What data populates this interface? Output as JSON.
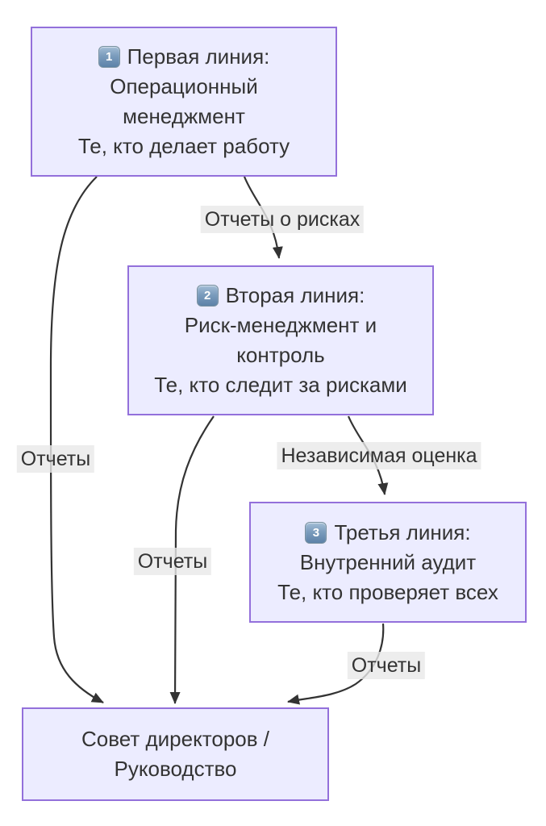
{
  "diagram": {
    "type": "flowchart",
    "direction": "top-down",
    "topic": "three-lines-of-defense",
    "colors": {
      "canvas_bg": "#ffffff",
      "node_fill": "#ECECFF",
      "node_border": "#9370DB",
      "text": "#333333",
      "edge_stroke": "#333333",
      "edge_label_bg": "#e8e8e8",
      "keycap_fill": "#6b8fb3",
      "keycap_text": "#ffffff"
    },
    "nodes": [
      {
        "id": "first-line",
        "badge": "1",
        "title": "Первая линия:",
        "body": "Операционный\nменеджмент\nТе, кто делает работу"
      },
      {
        "id": "second-line",
        "badge": "2",
        "title": "Вторая линия:",
        "body": "Риск-менеджмент и\nконтроль\nТе, кто следит за рисками"
      },
      {
        "id": "third-line",
        "badge": "3",
        "title": "Третья линия:",
        "body": "Внутренний аудит\nТе, кто проверяет всех"
      },
      {
        "id": "board",
        "badge": "",
        "title": "Совет директоров /",
        "body": "Руководство"
      }
    ],
    "edges": [
      {
        "from": "first-line",
        "to": "second-line",
        "label": "Отчеты о рисках"
      },
      {
        "from": "second-line",
        "to": "third-line",
        "label": "Независимая оценка"
      },
      {
        "from": "first-line",
        "to": "board",
        "label": "Отчеты"
      },
      {
        "from": "second-line",
        "to": "board",
        "label": "Отчеты"
      },
      {
        "from": "third-line",
        "to": "board",
        "label": "Отчеты"
      }
    ]
  }
}
